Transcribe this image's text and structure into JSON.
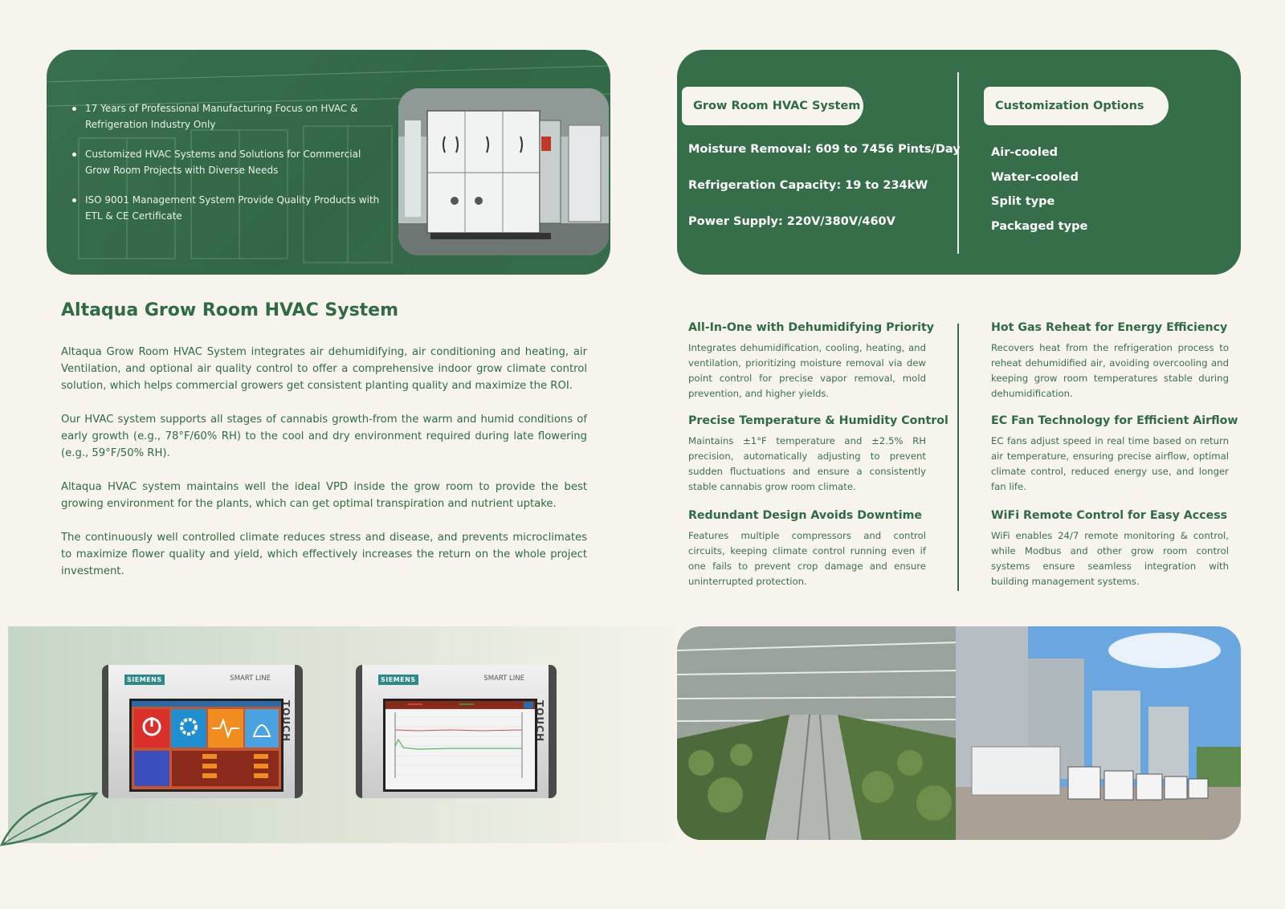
{
  "banner": {
    "bullets": [
      "17 Years of Professional Manufacturing Focus on HVAC & Refrigeration Industry Only",
      "Customized HVAC Systems and Solutions for Commercial Grow Room Projects with Diverse Needs",
      "ISO 9001 Management System Provide Quality Products with ETL & CE Certificate"
    ]
  },
  "specs": {
    "pill_left": "Grow Room HVAC System",
    "pill_right": "Customization Options",
    "lines": [
      "Moisture Removal: 609 to 7456 Pints/Day",
      "Refrigeration Capacity: 19 to 234kW",
      "Power Supply: 220V/380V/460V"
    ],
    "options": [
      "Air-cooled",
      "Water-cooled",
      "Split type",
      "Packaged type"
    ]
  },
  "intro": {
    "title": "Altaqua Grow Room HVAC System",
    "paragraphs": [
      "Altaqua Grow Room HVAC System integrates air dehumidifying, air conditioning and heating, air Ventilation, and optional air quality control to offer a comprehensive indoor grow climate control solution, which helps commercial growers get consistent planting quality and maximize the ROI.",
      "Our HVAC system supports all stages of cannabis growth-from the warm and humid conditions of early growth (e.g., 78°F/60% RH) to the cool and dry environment required during late flowering (e.g., 59°F/50% RH).",
      "Altaqua HVAC system maintains well the ideal VPD inside the grow room to provide the best growing environment for the plants, which can get optimal transpiration and nutrient uptake.",
      "The continuously well controlled climate reduces stress and disease, and prevents microclimates to maximize flower quality and yield, which effectively increases the return on the whole project investment."
    ]
  },
  "features": [
    {
      "title": "All-In-One with Dehumidifying Priority",
      "text": "Integrates dehumidification, cooling, heating, and ventilation, prioritizing moisture removal via dew point control for precise vapor removal, mold prevention, and higher yields."
    },
    {
      "title": "Hot Gas Reheat for Energy Efficiency",
      "text": "Recovers heat from the refrigeration process to reheat dehumidified air, avoiding overcooling and keeping grow room temperatures stable during dehumidification."
    },
    {
      "title": "Precise Temperature & Humidity Control",
      "text": "Maintains ±1°F temperature and ±2.5% RH precision, automatically adjusting to prevent sudden fluctuations and ensure a consistently stable cannabis grow room climate."
    },
    {
      "title": "EC Fan Technology for Efficient Airflow",
      "text": "EC fans adjust speed in real time based on return air temperature, ensuring precise airflow, optimal climate control, reduced energy use, and longer fan life."
    },
    {
      "title": "Redundant Design Avoids Downtime",
      "text": "Features multiple compressors and control circuits, keeping climate control running even if one fails to prevent crop damage and ensure uninterrupted protection."
    },
    {
      "title": "WiFi Remote Control for Easy Access",
      "text": "WiFi enables 24/7 remote monitoring & control, while Modbus and other grow room control systems ensure seamless integration with building management systems."
    }
  ],
  "hmi": {
    "brand": "SIEMENS",
    "model": "SMART LINE",
    "side_label": "TOUCH"
  },
  "colors": {
    "primary_green": "#356e48",
    "text_green": "#2f6b45",
    "background": "#f6f4ec"
  }
}
